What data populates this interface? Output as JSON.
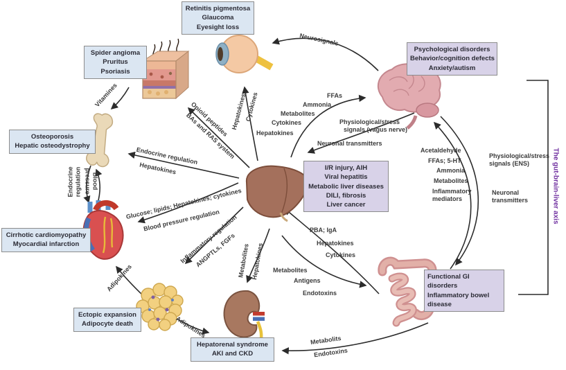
{
  "axis": {
    "bracket_label": "The gut-brain-liver axis",
    "color": "#7030a0"
  },
  "colors": {
    "box_blue": "#dbe6f2",
    "box_purple": "#d8d2e8",
    "arrow": "#2b2b2b"
  },
  "boxes": {
    "eye_diseases": {
      "lines": [
        "Retinitis pigmentosa",
        "Glaucoma",
        "Eyesight loss"
      ]
    },
    "skin_diseases": {
      "lines": [
        "Spider angioma",
        "Pruritus",
        "Psoriasis"
      ]
    },
    "bone_diseases": {
      "lines": [
        "Osteoporosis",
        "Hepatic osteodystrophy"
      ]
    },
    "heart_diseases": {
      "lines": [
        "Cirrhotic cardiomyopathy",
        "Myocardial infarction"
      ]
    },
    "adipose_diseases": {
      "lines": [
        "Ectopic expansion",
        "Adipocyte death"
      ]
    },
    "kidney_diseases": {
      "lines": [
        "Hepatorenal syndrome",
        "AKI and CKD"
      ]
    },
    "liver_diseases": {
      "lines": [
        "I/R injury, AIH",
        "Viral hepatitis",
        "Metabolic liver diseases",
        "DILI, fibrosis",
        "Liver cancer"
      ]
    },
    "brain_diseases": {
      "lines": [
        "Psychological disorders",
        "Behavior/cognition defects",
        "Anxiety/autism"
      ]
    },
    "gut_diseases": {
      "lines": [
        "Functional GI disorders",
        "Inflammatory bowel disease"
      ]
    }
  },
  "arrow_labels": {
    "neurosignals": "Neurosignals",
    "eye_cytokines": "Cytokines",
    "eye_hepatokines": "Hepatokines",
    "skin_opioid": "Opioid peptides",
    "skin_bas": "BAs and RAS system",
    "vitamines": "Vitamines",
    "bone_endocrine": "Endocrine regulation",
    "bone_hepatokines": "Hepatokines",
    "vert_endocrine_1": "Endocrine",
    "vert_endocrine_2": "regulation",
    "vert_blood_1": "Blood",
    "vert_blood_2": "pressure",
    "heart_glucose": "Glucose; lipids; Hepatokines; cytokines",
    "heart_bp": "Blood pressure regulation",
    "adipose_inflammatory": "Inflammatory regulation",
    "adipose_angptls": "ANGPTLs, FGFs",
    "adipokines_heart": "Adipokines",
    "adipokines_kidney": "Adipokines",
    "kidney_metabolites": "Metabolites",
    "kidney_hepatokines": "Hepatokines",
    "brain_ffas": "FFAs",
    "brain_ammonia": "Ammonia",
    "brain_metabolites": "Metabolites",
    "brain_cytokines": "Cytokines",
    "brain_hepatokines": "Hepatokines",
    "vagus_1": "Physiological/stress",
    "vagus_2": "signals (vagus nerve)",
    "neuronal_liver": "Neuronal transmitters",
    "gut_acetaldehyde": "Acetaldehyde",
    "gut_ffas": "FFAs; 5-HT",
    "gut_ammonia": "Ammonia",
    "gut_metabolites": "Metabolites",
    "gut_inflammatory_1": "Inflammatory",
    "gut_inflammatory_2": "mediators",
    "ens_1": "Physiological/stress",
    "ens_2": "signals (ENS)",
    "neuronal_gut_1": "Neuronal",
    "neuronal_gut_2": "transmitters",
    "pba": "PBA; IgA",
    "pba_hepatokines": "Hepatokines",
    "pba_cytokines": "Cytokines",
    "gut_liver_metabolites": "Metabolites",
    "gut_antigens": "Antigens",
    "gut_endotoxins": "Endotoxins",
    "kidney_gut_metabolits": "Metabolits",
    "kidney_gut_endotoxins": "Endotoxins"
  }
}
